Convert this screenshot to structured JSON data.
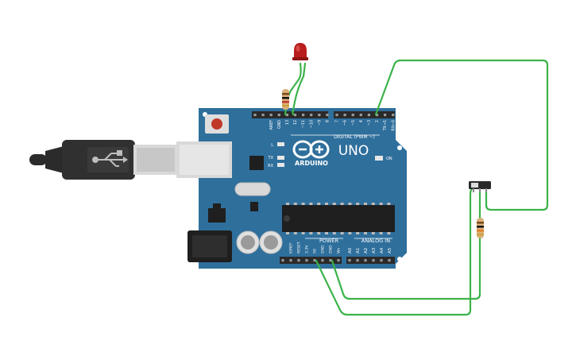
{
  "board": {
    "brand": "ARDUINO",
    "model": "UNO",
    "digital_header": "DIGITAL (PWM ~)",
    "power_header": "POWER",
    "analog_header": "ANALOG IN",
    "led_labels": [
      "L",
      "TX",
      "RX"
    ],
    "on_label": "ON",
    "top_pins": [
      "AREF",
      "GND",
      "13",
      "12",
      "~11",
      "~10",
      "~9",
      "8",
      "7",
      "~6",
      "~5",
      "4",
      "~3",
      "2",
      "TX→1",
      "RX←0"
    ],
    "power_pins": [
      "IOREF",
      "RESET",
      "3.3V",
      "5V",
      "GND",
      "GND",
      "Vin"
    ],
    "analog_pins": [
      "A0",
      "A1",
      "A2",
      "A3",
      "A4",
      "A5"
    ]
  },
  "colors": {
    "board": "#2f6f9c",
    "board_dark": "#25587d",
    "wire": "#3cb34a",
    "header": "#2a2a2a",
    "led": "#b91d1d",
    "usb_plug": "#2b2b2b",
    "usb_metal": "#d9d9d9",
    "resistor": "#d9b07a"
  },
  "components": {
    "led": "red-led",
    "resistors": [
      "led-resistor",
      "slide-switch-resistor"
    ],
    "switch": "slide-switch",
    "usb": "usb-b-cable",
    "power_jack": "dc-barrel-jack"
  }
}
